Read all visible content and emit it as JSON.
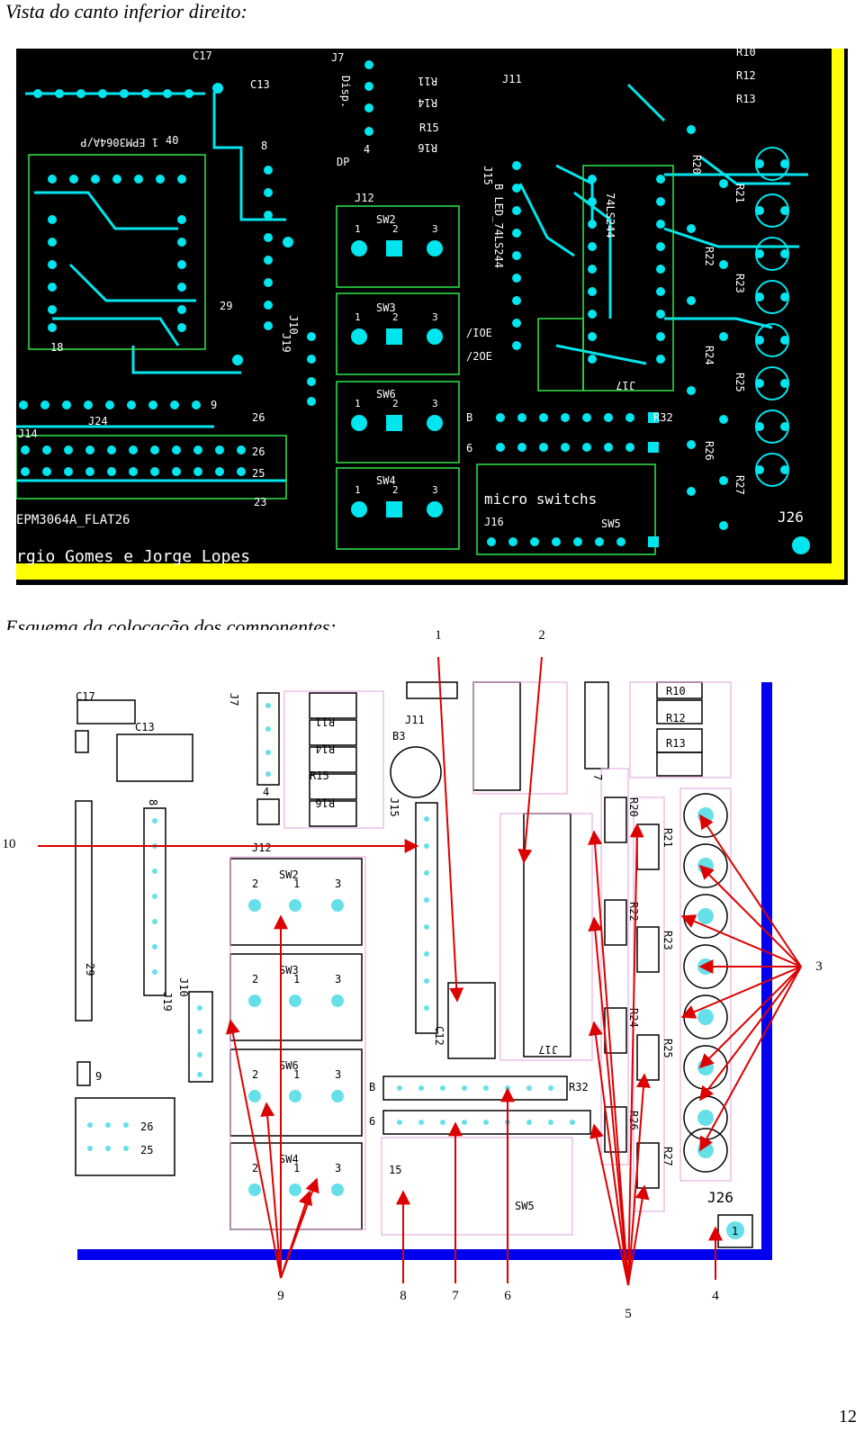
{
  "captions": {
    "top": "Vista do canto inferior direito:",
    "bottom": "Esquema da colocação dos componentes:"
  },
  "pcb_labels": {
    "c17": "C17",
    "c13": "C13",
    "j7": "J7",
    "disp": "Disp.",
    "j11": "J11",
    "r11": "R11",
    "r14": "R14",
    "r15": "R15",
    "r16": "R16",
    "r10": "R10",
    "r12": "R12",
    "r13": "R13",
    "chip": "1 EPM3064A/P",
    "n40": "40",
    "n8": "8",
    "n4": "4",
    "dp": "DP",
    "j12": "J12",
    "sw2": "SW2",
    "sw3": "SW3",
    "sw6": "SW6",
    "sw4": "SW4",
    "n29": "29",
    "n18": "18",
    "j10": "J10",
    "j19": "J19",
    "j15": "J15",
    "led": "B LED_74LS244",
    "ic": "74LS244",
    "r20": "R20",
    "r21": "R21",
    "r22": "R22",
    "r23": "R23",
    "r24": "R24",
    "r25": "R25",
    "r26": "R26",
    "r27": "R27",
    "r32": "R32",
    "j17": "J17",
    "ioe": "/IOE",
    "ioe2": "/2OE",
    "j24": "J24",
    "j14": "J14",
    "n26": "26",
    "n25": "25",
    "n23": "23",
    "n9": "9",
    "flat": "EPM3064A_FLAT26",
    "names": "rgio Gomes e Jorge Lopes",
    "micro": "micro switchs",
    "sw5": "SW5",
    "j16": "J16",
    "j26": "J26",
    "b": "B",
    "six": "6",
    "pin_labels": [
      "1",
      "2",
      "3"
    ]
  },
  "schem_labels": {
    "c17": "C17",
    "c13": "C13",
    "j7": "J7",
    "r11": "R11",
    "r14": "R14",
    "r15": "R15",
    "r16": "R16",
    "j11": "J11",
    "b3": "B3",
    "j15": "J15",
    "r10": "R10",
    "r12": "R12",
    "r13": "R13",
    "n7": "7",
    "n8": "8",
    "n4": "4",
    "j12": "J12",
    "sw2": "SW2",
    "sw3": "SW3",
    "sw6": "SW6",
    "sw4": "SW4",
    "n29": "29",
    "j10": "J10",
    "j19": "J19",
    "c12": "C12",
    "j17": "J17",
    "n9": "9",
    "n26": "26",
    "n25": "25",
    "b": "B",
    "six": "6",
    "r32": "R32",
    "n15": "15",
    "sw5": "SW5",
    "r20": "R20",
    "r21": "R21",
    "r22": "R22",
    "r23": "R23",
    "r24": "R24",
    "r25": "R25",
    "r26": "R26",
    "r27": "R27",
    "j26": "J26",
    "pin1": "1"
  },
  "callouts": {
    "c1": "1",
    "c2": "2",
    "c3": "3",
    "c4": "4",
    "c5": "5",
    "c6": "6",
    "c7": "7",
    "c8": "8",
    "c9": "9",
    "c10": "10"
  },
  "page_number": "12",
  "colors": {
    "pcb_bg": "#000000",
    "copper": "#00e5ee",
    "silk": "#ffffff",
    "board_edge": "#ffff00",
    "outline": "#2fe84a",
    "arrow": "#dd0000",
    "schem_edge": "#0000ee",
    "pad": "#66e0e8",
    "pink": "#e0a0d8"
  }
}
